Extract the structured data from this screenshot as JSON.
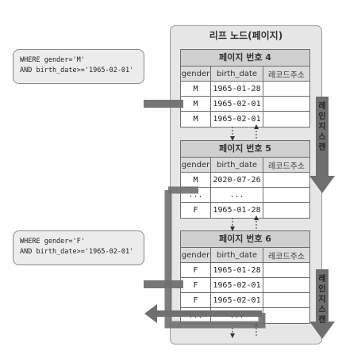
{
  "leaf_title": "리프 노드(페이지)",
  "columns": [
    "gender",
    "birth_date",
    "레코드주소"
  ],
  "pages": [
    {
      "title": "페이지 번호 4",
      "rows": [
        [
          "M",
          "1965-01-28",
          ""
        ],
        [
          "M",
          "1965-02-01",
          ""
        ],
        [
          "M",
          "1965-02-01",
          ""
        ]
      ]
    },
    {
      "title": "페이지 번호 5",
      "rows": [
        [
          "M",
          "2020-07-26",
          ""
        ],
        [
          "...",
          "...",
          ""
        ],
        [
          "F",
          "1965-01-28",
          ""
        ]
      ]
    },
    {
      "title": "페이지 번호 6",
      "rows": [
        [
          "F",
          "1965-01-28",
          ""
        ],
        [
          "F",
          "1965-02-01",
          ""
        ],
        [
          "F",
          "1965-02-01",
          ""
        ],
        [
          "...",
          "...",
          ""
        ]
      ]
    }
  ],
  "queries": [
    {
      "line1": "WHERE gender='M'",
      "line2": "AND birth_date>='1965-02-01'"
    },
    {
      "line1": "WHERE gender='F'",
      "line2": "AND birth_date>='1965-02-01'"
    }
  ],
  "scan_label": "레인지 스캔",
  "colors": {
    "arrow": "#6f6f6f",
    "panel": "#e6e6e6",
    "header": "#cfcfcf",
    "border": "#6d6d6d"
  }
}
